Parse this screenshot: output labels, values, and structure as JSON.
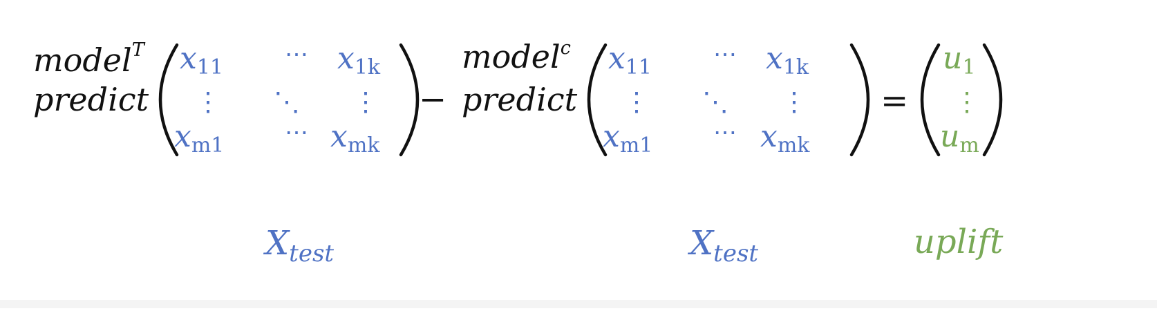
{
  "colors": {
    "ink": "#111111",
    "matrix": "#4f72c4",
    "uplift": "#79a957"
  },
  "treatment": {
    "line1_base": "model",
    "line1_sup": "T",
    "line2": "predict"
  },
  "control": {
    "line1_base": "model",
    "line1_sup": "c",
    "line2": "predict"
  },
  "operators": {
    "minus": "−",
    "equals": "="
  },
  "matrix": {
    "r1c1_base": "x",
    "r1c1_sub": "11",
    "r1c2": "⋯",
    "r1c3_base": "x",
    "r1c3_sub": "1k",
    "r2c1": "⋮",
    "r2c2": "⋱",
    "r2c3": "⋮",
    "r3c1_base": "x",
    "r3c1_sub": "m1",
    "r3c2": "⋯",
    "r3c3_base": "x",
    "r3c3_sub": "mk"
  },
  "result": {
    "top_base": "u",
    "top_sub": "1",
    "mid": "⋮",
    "bot_base": "u",
    "bot_sub": "m"
  },
  "labels": {
    "xtest1_base": "X",
    "xtest1_sub": "test",
    "xtest2_base": "X",
    "xtest2_sub": "test",
    "uplift": "uplift"
  }
}
